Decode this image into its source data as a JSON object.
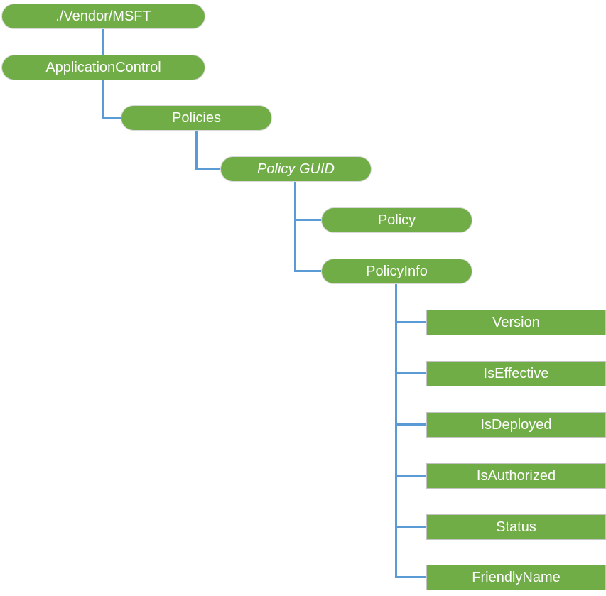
{
  "colors": {
    "node_fill": "#70AD47",
    "node_text": "#FFFFFF",
    "connector": "#5B9BD5",
    "leaf_border": "#C3C3C3"
  },
  "nodes": {
    "root": {
      "label": "./Vendor/MSFT"
    },
    "application_control": {
      "label": "ApplicationControl"
    },
    "policies": {
      "label": "Policies"
    },
    "policy_guid": {
      "label": "Policy GUID"
    },
    "policy": {
      "label": "Policy"
    },
    "policy_info": {
      "label": "PolicyInfo"
    },
    "leaves": [
      {
        "label": "Version"
      },
      {
        "label": "IsEffective"
      },
      {
        "label": "IsDeployed"
      },
      {
        "label": "IsAuthorized"
      },
      {
        "label": "Status"
      },
      {
        "label": "FriendlyName"
      }
    ]
  }
}
